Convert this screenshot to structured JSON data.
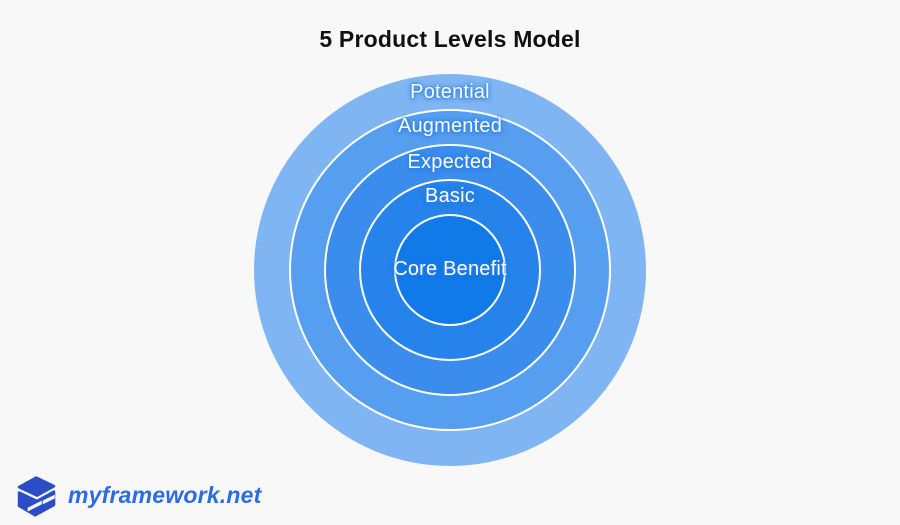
{
  "title": "5 Product Levels Model",
  "page": {
    "background": "#F8F8F8",
    "title_color": "#111111"
  },
  "diagram": {
    "type": "concentric-levels",
    "model_name": "5 Product Levels Model",
    "levels": [
      {
        "rank": 1,
        "label": "Potential",
        "color": "#7FB5F3"
      },
      {
        "rank": 2,
        "label": "Augmented",
        "color": "#559EF0"
      },
      {
        "rank": 3,
        "label": "Expected",
        "color": "#3A8DED"
      },
      {
        "rank": 4,
        "label": "Basic",
        "color": "#2583EB"
      },
      {
        "rank": 5,
        "label": "Core Benefit",
        "color": "#117AE9"
      }
    ],
    "label_text_color": "#FFFFFF",
    "label_glow_color": "#2F86EC",
    "divider_color": "#FFFFFF"
  },
  "footer": {
    "brand_text": "myframework.net",
    "brand_text_color": "#2B6CE4",
    "logo_icon": "cube-logo-icon",
    "logo_color": "#2B4EC8"
  }
}
